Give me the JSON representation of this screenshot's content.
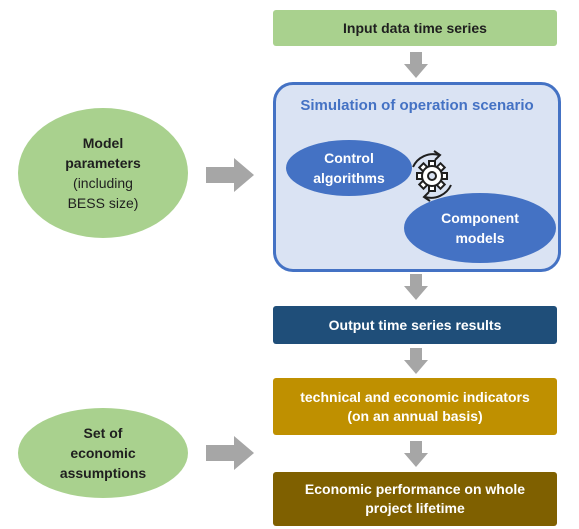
{
  "flow": {
    "input": "Input data time series",
    "simulation_title": "Simulation of operation scenario",
    "control_line1": "Control",
    "control_line2": "algorithms",
    "component_line1": "Component",
    "component_line2": "models",
    "output": "Output time series results",
    "indicators_line1": "technical and economic indicators",
    "indicators_line2": "(on an annual basis)",
    "performance_line1": "Economic performance on whole",
    "performance_line2": "project lifetime"
  },
  "inputs": {
    "model_line1": "Model",
    "model_line2": "parameters",
    "model_line3": "(including",
    "model_line4": "BESS size)",
    "assumptions_line1": "Set of",
    "assumptions_line2": "economic",
    "assumptions_line3": "assumptions"
  },
  "colors": {
    "green": "#a9d18e",
    "blue": "#4472c4",
    "light_blue": "#dae3f3",
    "navy": "#1f4e79",
    "gold": "#bf9000",
    "dark_gold": "#7f6000",
    "arrow_gray": "#a6a6a6"
  },
  "icons": [
    "gear-icon",
    "cycle-arrows-icon",
    "arrow-down-icon",
    "arrow-right-icon"
  ]
}
